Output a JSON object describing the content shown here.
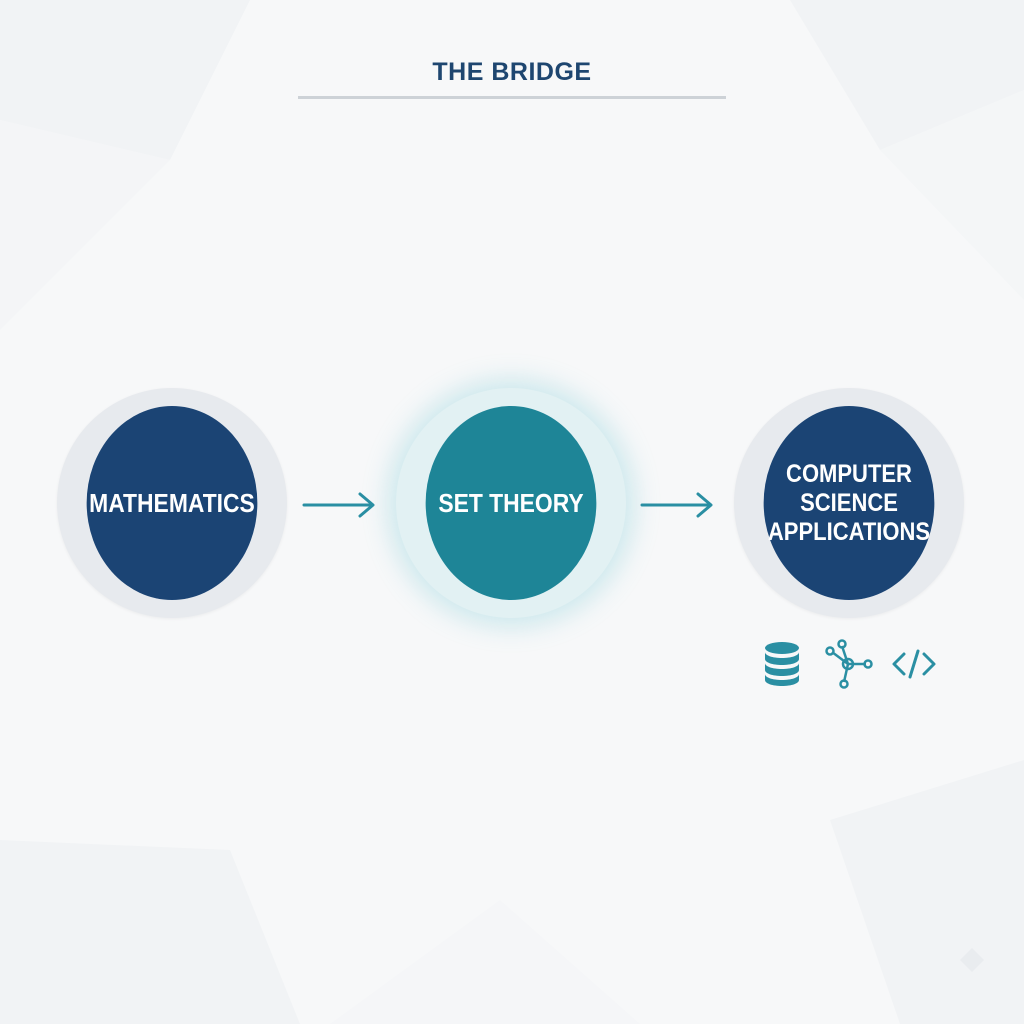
{
  "title": "THE BRIDGE",
  "nodes": {
    "mathematics": {
      "label": "MATHEMATICS"
    },
    "set_theory": {
      "label": "SET THEORY"
    },
    "computer_science": {
      "label": "COMPUTER SCIENCE APPLICATIONS"
    }
  },
  "icons": [
    "database-icon",
    "network-graph-icon",
    "code-brackets-icon"
  ],
  "colors": {
    "navy": "#1b4474",
    "teal": "#1e8597",
    "accent": "#2a8fa3",
    "title": "#1e4670"
  }
}
